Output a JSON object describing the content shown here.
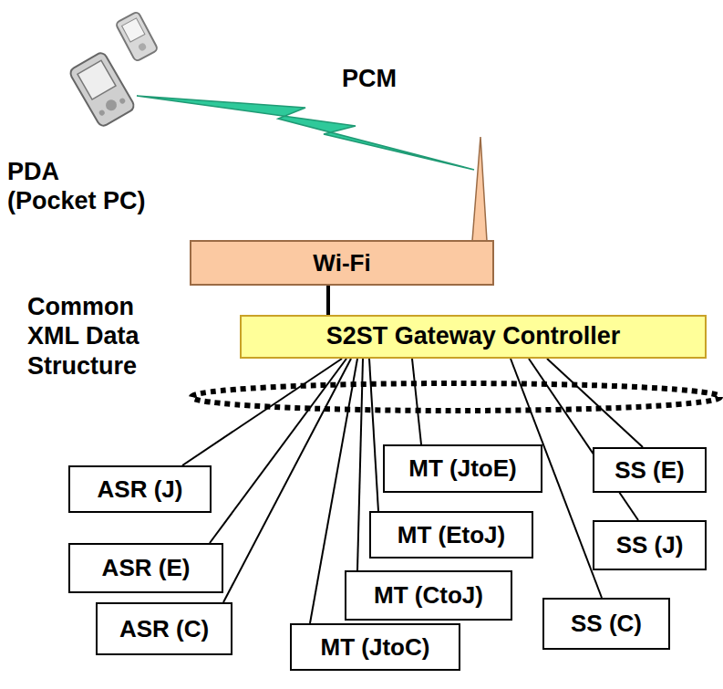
{
  "diagram": {
    "nodes": [
      {
        "text": [
          "Wi-Fi"
        ]
      },
      {
        "text": [
          "S2ST Gateway Controller"
        ]
      },
      {
        "text": [
          "ASR (J)"
        ]
      },
      {
        "text": [
          "ASR (E)"
        ]
      },
      {
        "text": [
          "ASR (C)"
        ]
      },
      {
        "text": [
          "MT (JtoC)"
        ]
      },
      {
        "text": [
          "MT (CtoJ)"
        ]
      },
      {
        "text": [
          "MT (EtoJ)"
        ]
      },
      {
        "text": [
          "MT (JtoE)"
        ]
      },
      {
        "text": [
          "SS (C)"
        ]
      },
      {
        "text": [
          "SS (J)"
        ]
      },
      {
        "text": [
          "SS (E)"
        ]
      }
    ],
    "edges": [
      {
        "from": 0,
        "to": 1,
        "arrow": "none"
      },
      {
        "from": 1,
        "to": 2,
        "arrow": "none"
      },
      {
        "from": 1,
        "to": 3,
        "arrow": "none"
      },
      {
        "from": 1,
        "to": 4,
        "arrow": "none"
      },
      {
        "from": 1,
        "to": 5,
        "arrow": "none"
      },
      {
        "from": 1,
        "to": 6,
        "arrow": "none"
      },
      {
        "from": 1,
        "to": 7,
        "arrow": "none"
      },
      {
        "from": 1,
        "to": 8,
        "arrow": "none"
      },
      {
        "from": 1,
        "to": 9,
        "arrow": "none"
      },
      {
        "from": 1,
        "to": 10,
        "arrow": "none"
      },
      {
        "from": 1,
        "to": 11,
        "arrow": "none"
      }
    ],
    "labels": [
      "PDA (Pocket PC)",
      "PCM",
      "Common XML Data Structure"
    ]
  }
}
